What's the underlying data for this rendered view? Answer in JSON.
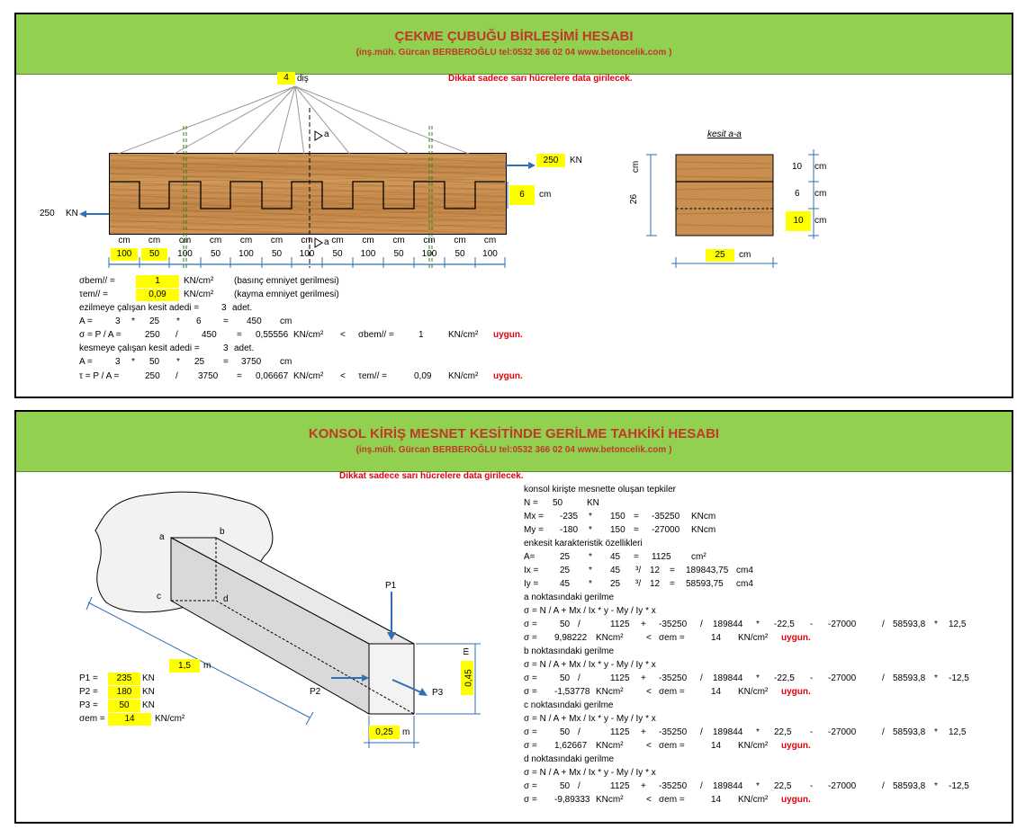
{
  "p1": {
    "title": "ÇEKME ÇUBUĞU BİRLEŞİMİ HESABI",
    "subtitle": "(inş.müh. Gürcan BERBEROĞLU tel:0532 366 02 04   www.betoncelik.com )",
    "warning": "Dikkat sadece sarı hücrelere data girilecek.",
    "teeth_count": "4",
    "teeth_label": "diş",
    "force_right": "250",
    "force_left": "250",
    "force_unit": "KN",
    "depth": "6",
    "cm": "cm",
    "cut_label": "a",
    "dims": [
      "100",
      "50",
      "100",
      "50",
      "100",
      "50",
      "100",
      "50",
      "100",
      "50",
      "100",
      "50",
      "100"
    ],
    "section": {
      "title": "kesit a-a",
      "top": "10",
      "mid": "6",
      "bottom": "10",
      "height": "26",
      "width": "25",
      "unit": "cm"
    },
    "calc": {
      "l1": [
        "σbem// =",
        "1",
        "KN/cm²",
        "(basınç emniyet gerilmesi)"
      ],
      "l2": [
        "τem// =",
        "0,09",
        "KN/cm²",
        "(kayma emniyet gerilmesi)"
      ],
      "l3": [
        "ezilmeye çalışan kesit adedi =",
        "3",
        "adet."
      ],
      "l4": [
        "A =",
        "3",
        "*",
        "25",
        "*",
        "6",
        "=",
        "450",
        "cm"
      ],
      "l5": [
        "σ = P / A =",
        "250",
        "/",
        "450",
        "=",
        "0,55556",
        "KN/cm²",
        "<",
        "σbem// =",
        "1",
        "KN/cm²",
        "uygun."
      ],
      "l6": [
        "kesmeye çalışan kesit adedi =",
        "3",
        "adet."
      ],
      "l7": [
        "A =",
        "3",
        "*",
        "50",
        "*",
        "25",
        "=",
        "3750",
        "cm"
      ],
      "l8": [
        "τ = P / A =",
        "250",
        "/",
        "3750",
        "=",
        "0,06667",
        "KN/cm²",
        "<",
        "τem// =",
        "0,09",
        "KN/cm²",
        "uygun."
      ]
    }
  },
  "p2": {
    "title": "KONSOL KİRİŞ MESNET KESİTİNDE GERİLME TAHKİKİ HESABI",
    "subtitle": "(inş.müh. Gürcan BERBEROĞLU tel:0532 366 02 04   www.betoncelik.com )",
    "warning": "Dikkat sadece sarı hücrelere data girilecek.",
    "fig": {
      "a": "a",
      "b": "b",
      "c": "c",
      "d": "d",
      "P1": "P1",
      "P2": "P2",
      "P3": "P3",
      "length": "1,5",
      "length_unit": "m",
      "height": "0,45",
      "height_unit": "m",
      "width": "0,25",
      "width_unit": "m"
    },
    "inputs": [
      {
        "label": "P1 =",
        "value": "235",
        "unit": "KN"
      },
      {
        "label": "P2 =",
        "value": "180",
        "unit": "KN"
      },
      {
        "label": "P3 =",
        "value": "50",
        "unit": "KN"
      },
      {
        "label": "σem =",
        "value": "14",
        "unit": "KN/cm²"
      }
    ],
    "lines": [
      [
        "konsol kirişte mesnette oluşan tepkiler"
      ],
      [
        "N =",
        "50",
        "KN"
      ],
      [
        "Mx =",
        "-235",
        "*",
        "150",
        "=",
        "-35250",
        "KNcm"
      ],
      [
        "My =",
        "-180",
        "*",
        "150",
        "=",
        "-27000",
        "KNcm"
      ],
      [
        "enkesit karakteristik özellikleri"
      ],
      [
        "A=",
        "25",
        "*",
        "45",
        "=",
        "1125",
        "cm²"
      ],
      [
        "Ix =",
        "25",
        "*",
        "45",
        "³/",
        "12",
        "=",
        "189843,75",
        "cm4"
      ],
      [
        "Iy =",
        "45",
        "*",
        "25",
        "³/",
        "12",
        "=",
        "58593,75",
        "cm4"
      ],
      [
        "a noktasındaki gerilme"
      ],
      [
        "σ = N / A + Mx / Ix * y - My / Iy * x"
      ],
      [
        "σ =",
        "50",
        "/",
        "1125",
        "+",
        "-35250",
        "/",
        "189844",
        "*",
        "-22,5",
        "-",
        "-27000",
        "/",
        "58593,8",
        "*",
        "12,5"
      ],
      [
        "σ =",
        "9,98222",
        "KNcm²",
        "<",
        "σem =",
        "14",
        "KN/cm²",
        "uygun."
      ],
      [
        "b noktasındaki gerilme"
      ],
      [
        "σ = N / A + Mx / Ix * y - My / Iy * x"
      ],
      [
        "σ =",
        "50",
        "/",
        "1125",
        "+",
        "-35250",
        "/",
        "189844",
        "*",
        "-22,5",
        "-",
        "-27000",
        "/",
        "58593,8",
        "*",
        "-12,5"
      ],
      [
        "σ =",
        "-1,53778",
        "KNcm²",
        "<",
        "σem =",
        "14",
        "KN/cm²",
        "uygun."
      ],
      [
        "c noktasındaki gerilme"
      ],
      [
        "σ = N / A + Mx / Ix * y - My / Iy * x"
      ],
      [
        "σ =",
        "50",
        "/",
        "1125",
        "+",
        "-35250",
        "/",
        "189844",
        "*",
        "22,5",
        "-",
        "-27000",
        "/",
        "58593,8",
        "*",
        "12,5"
      ],
      [
        "σ =",
        "1,62667",
        "KNcm²",
        "<",
        "σem =",
        "14",
        "KN/cm²",
        "uygun."
      ],
      [
        "d noktasındaki gerilme"
      ],
      [
        "σ = N / A + Mx / Ix * y - My / Iy * x"
      ],
      [
        "σ =",
        "50",
        "/",
        "1125",
        "+",
        "-35250",
        "/",
        "189844",
        "*",
        "22,5",
        "-",
        "-27000",
        "/",
        "58593,8",
        "*",
        "-12,5"
      ],
      [
        "σ =",
        "-9,89333",
        "KNcm²",
        "<",
        "σem =",
        "14",
        "KN/cm²",
        "uygun."
      ]
    ]
  }
}
